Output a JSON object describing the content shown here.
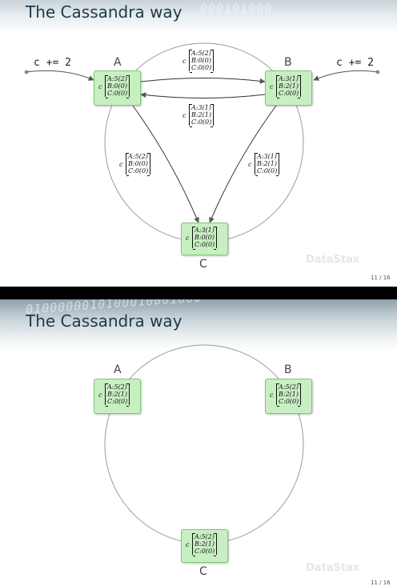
{
  "slides": [
    {
      "title": "The Cassandra way",
      "binary": "000101000",
      "node_labels": {
        "a": "A",
        "b": "B",
        "c": "C"
      },
      "ops": {
        "left": "c += 2",
        "right": "c += 2"
      },
      "var": "c",
      "nodes": {
        "a": [
          "A:5(2)",
          "B:0(0)",
          "C:0(0)"
        ],
        "b": [
          "A:3(1)",
          "B:2(1)",
          "C:0(0)"
        ],
        "c": [
          "A:3(1)",
          "B:0(0)",
          "C:0(0)"
        ]
      },
      "messages": {
        "a_to_b": [
          "A:5(2)",
          "B:0(0)",
          "C:0(0)"
        ],
        "b_to_a": [
          "A:3(1)",
          "B:2(1)",
          "C:0(0)"
        ],
        "a_to_c": [
          "A:5(2)",
          "B:0(0)",
          "C:0(0)"
        ],
        "b_to_c": [
          "A:3(1)",
          "B:2(1)",
          "C:0(0)"
        ]
      },
      "watermark": "DataStax",
      "page": "11 / 16"
    },
    {
      "title": "The Cassandra way",
      "binary": "0100000010100010001000",
      "node_labels": {
        "a": "A",
        "b": "B",
        "c": "C"
      },
      "var": "c",
      "nodes": {
        "a": [
          "A:5(2)",
          "B:2(1)",
          "C:0(0)"
        ],
        "b": [
          "A:5(2)",
          "B:2(1)",
          "C:0(0)"
        ],
        "c": [
          "A:5(2)",
          "B:2(1)",
          "C:0(0)"
        ]
      },
      "watermark": "DataStax",
      "page": "11 / 16"
    }
  ]
}
